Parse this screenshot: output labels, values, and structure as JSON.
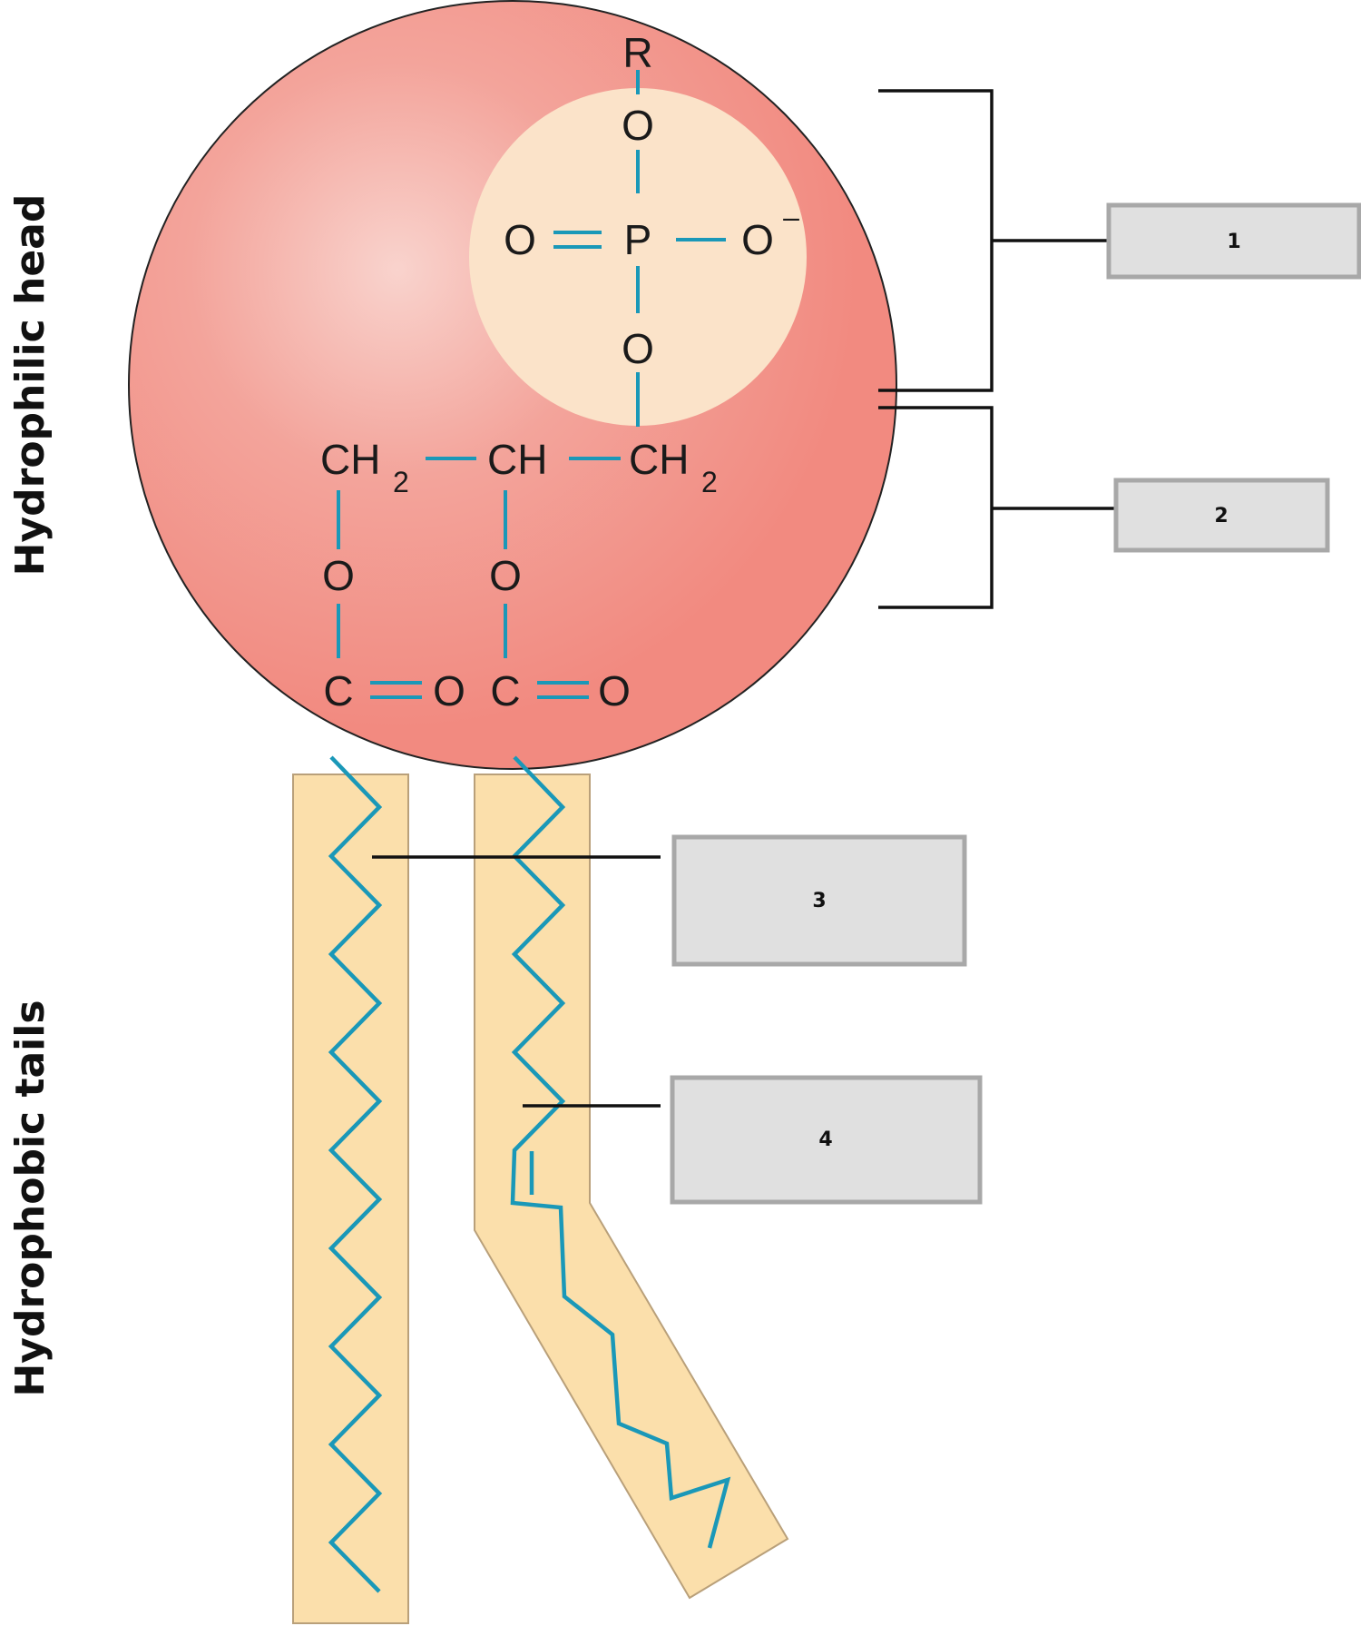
{
  "side_labels": {
    "head": "Hydrophilic head",
    "tails": "Hydrophobic tails"
  },
  "atoms": {
    "r": "R",
    "o_top": "O",
    "o_left": "O",
    "p": "P",
    "o_right": "O",
    "minus": "–",
    "o_mid": "O",
    "ch2_left": "CH",
    "ch2_left_sub": "2",
    "ch": "CH",
    "ch2_right": "CH",
    "ch2_right_sub": "2",
    "o_ester_left": "O",
    "o_ester_right": "O",
    "c_left": "C",
    "o_carbonyl_left": "O",
    "c_right": "C",
    "o_carbonyl_right": "O"
  },
  "label_boxes": [
    "1",
    "2",
    "3",
    "4"
  ],
  "colors": {
    "head": "#f28a80",
    "phosphate": "#fbe3c9",
    "tail_fill": "#fbdfab",
    "bond": "#1a98b8",
    "box_fill": "#e0e0e0"
  }
}
